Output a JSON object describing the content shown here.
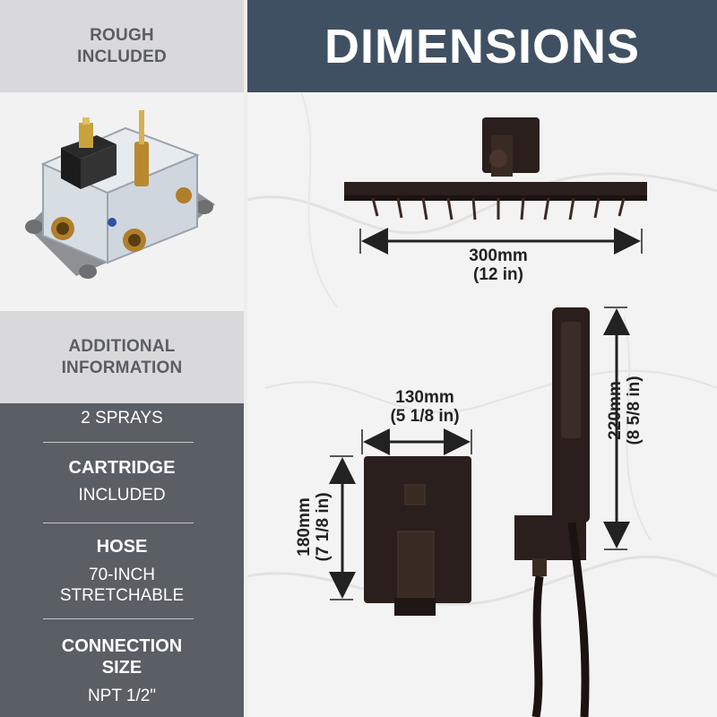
{
  "left_panel": {
    "rough_header": [
      "ROUGH",
      "INCLUDED"
    ],
    "additional_header": [
      "ADDITIONAL",
      "INFORMATION"
    ],
    "specs": {
      "sprays": "2 SPRAYS",
      "cartridge_label": "CARTRIDGE",
      "cartridge_value": "INCLUDED",
      "hose_label": "HOSE",
      "hose_value": [
        "70-INCH",
        "STRETCHABLE"
      ],
      "connection_label": [
        "CONNECTION",
        "SIZE"
      ],
      "connection_value": "NPT 1/2\""
    }
  },
  "title": "DIMENSIONS",
  "dimensions": {
    "shower_head_width": [
      "300mm",
      "(12 in)"
    ],
    "trim_plate_width": [
      "130mm",
      "(5 1/8 in)"
    ],
    "trim_plate_height": [
      "180mm",
      "(7 1/8 in)"
    ],
    "hand_shower_length": [
      "220mm",
      "(8 5/8 in)"
    ]
  },
  "colors": {
    "title_bar": "#3f5063",
    "spec_panel": "#5a5e65",
    "header_panel": "#d9d9db",
    "header_text": "#5b5d63",
    "finish": "#2a1f1c"
  }
}
